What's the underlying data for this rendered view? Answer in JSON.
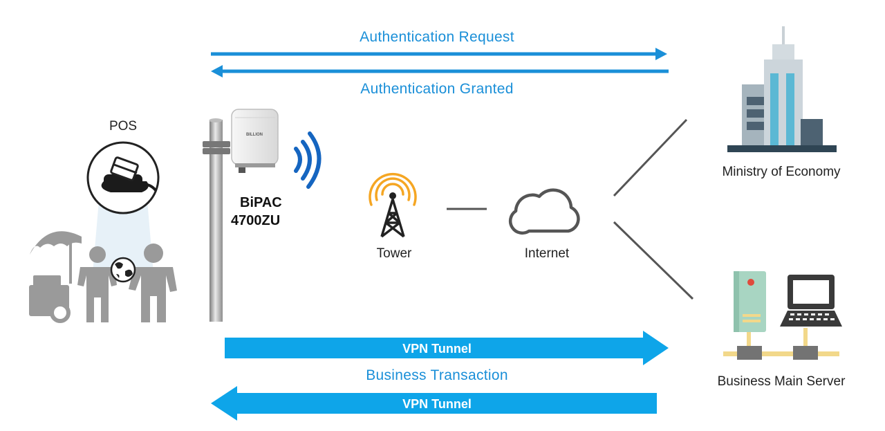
{
  "arrows": {
    "auth_request": "Authentication Request",
    "auth_granted": "Authentication Granted",
    "business_transaction": "Business Transaction",
    "vpn_tunnel_top": "VPN Tunnel",
    "vpn_tunnel_bottom": "VPN Tunnel"
  },
  "nodes": {
    "pos": "POS",
    "device_line1": "BiPAC",
    "device_line2": "4700ZU",
    "device_brand": "BILLION",
    "tower": "Tower",
    "internet": "Internet",
    "ministry": "Ministry of Economy",
    "server": "Business Main Server"
  },
  "colors": {
    "accent_blue": "#1a8fd8",
    "tunnel_blue": "#0ea5e9",
    "icon_gray": "#8c8c8c",
    "tower_orange": "#f5a623"
  }
}
